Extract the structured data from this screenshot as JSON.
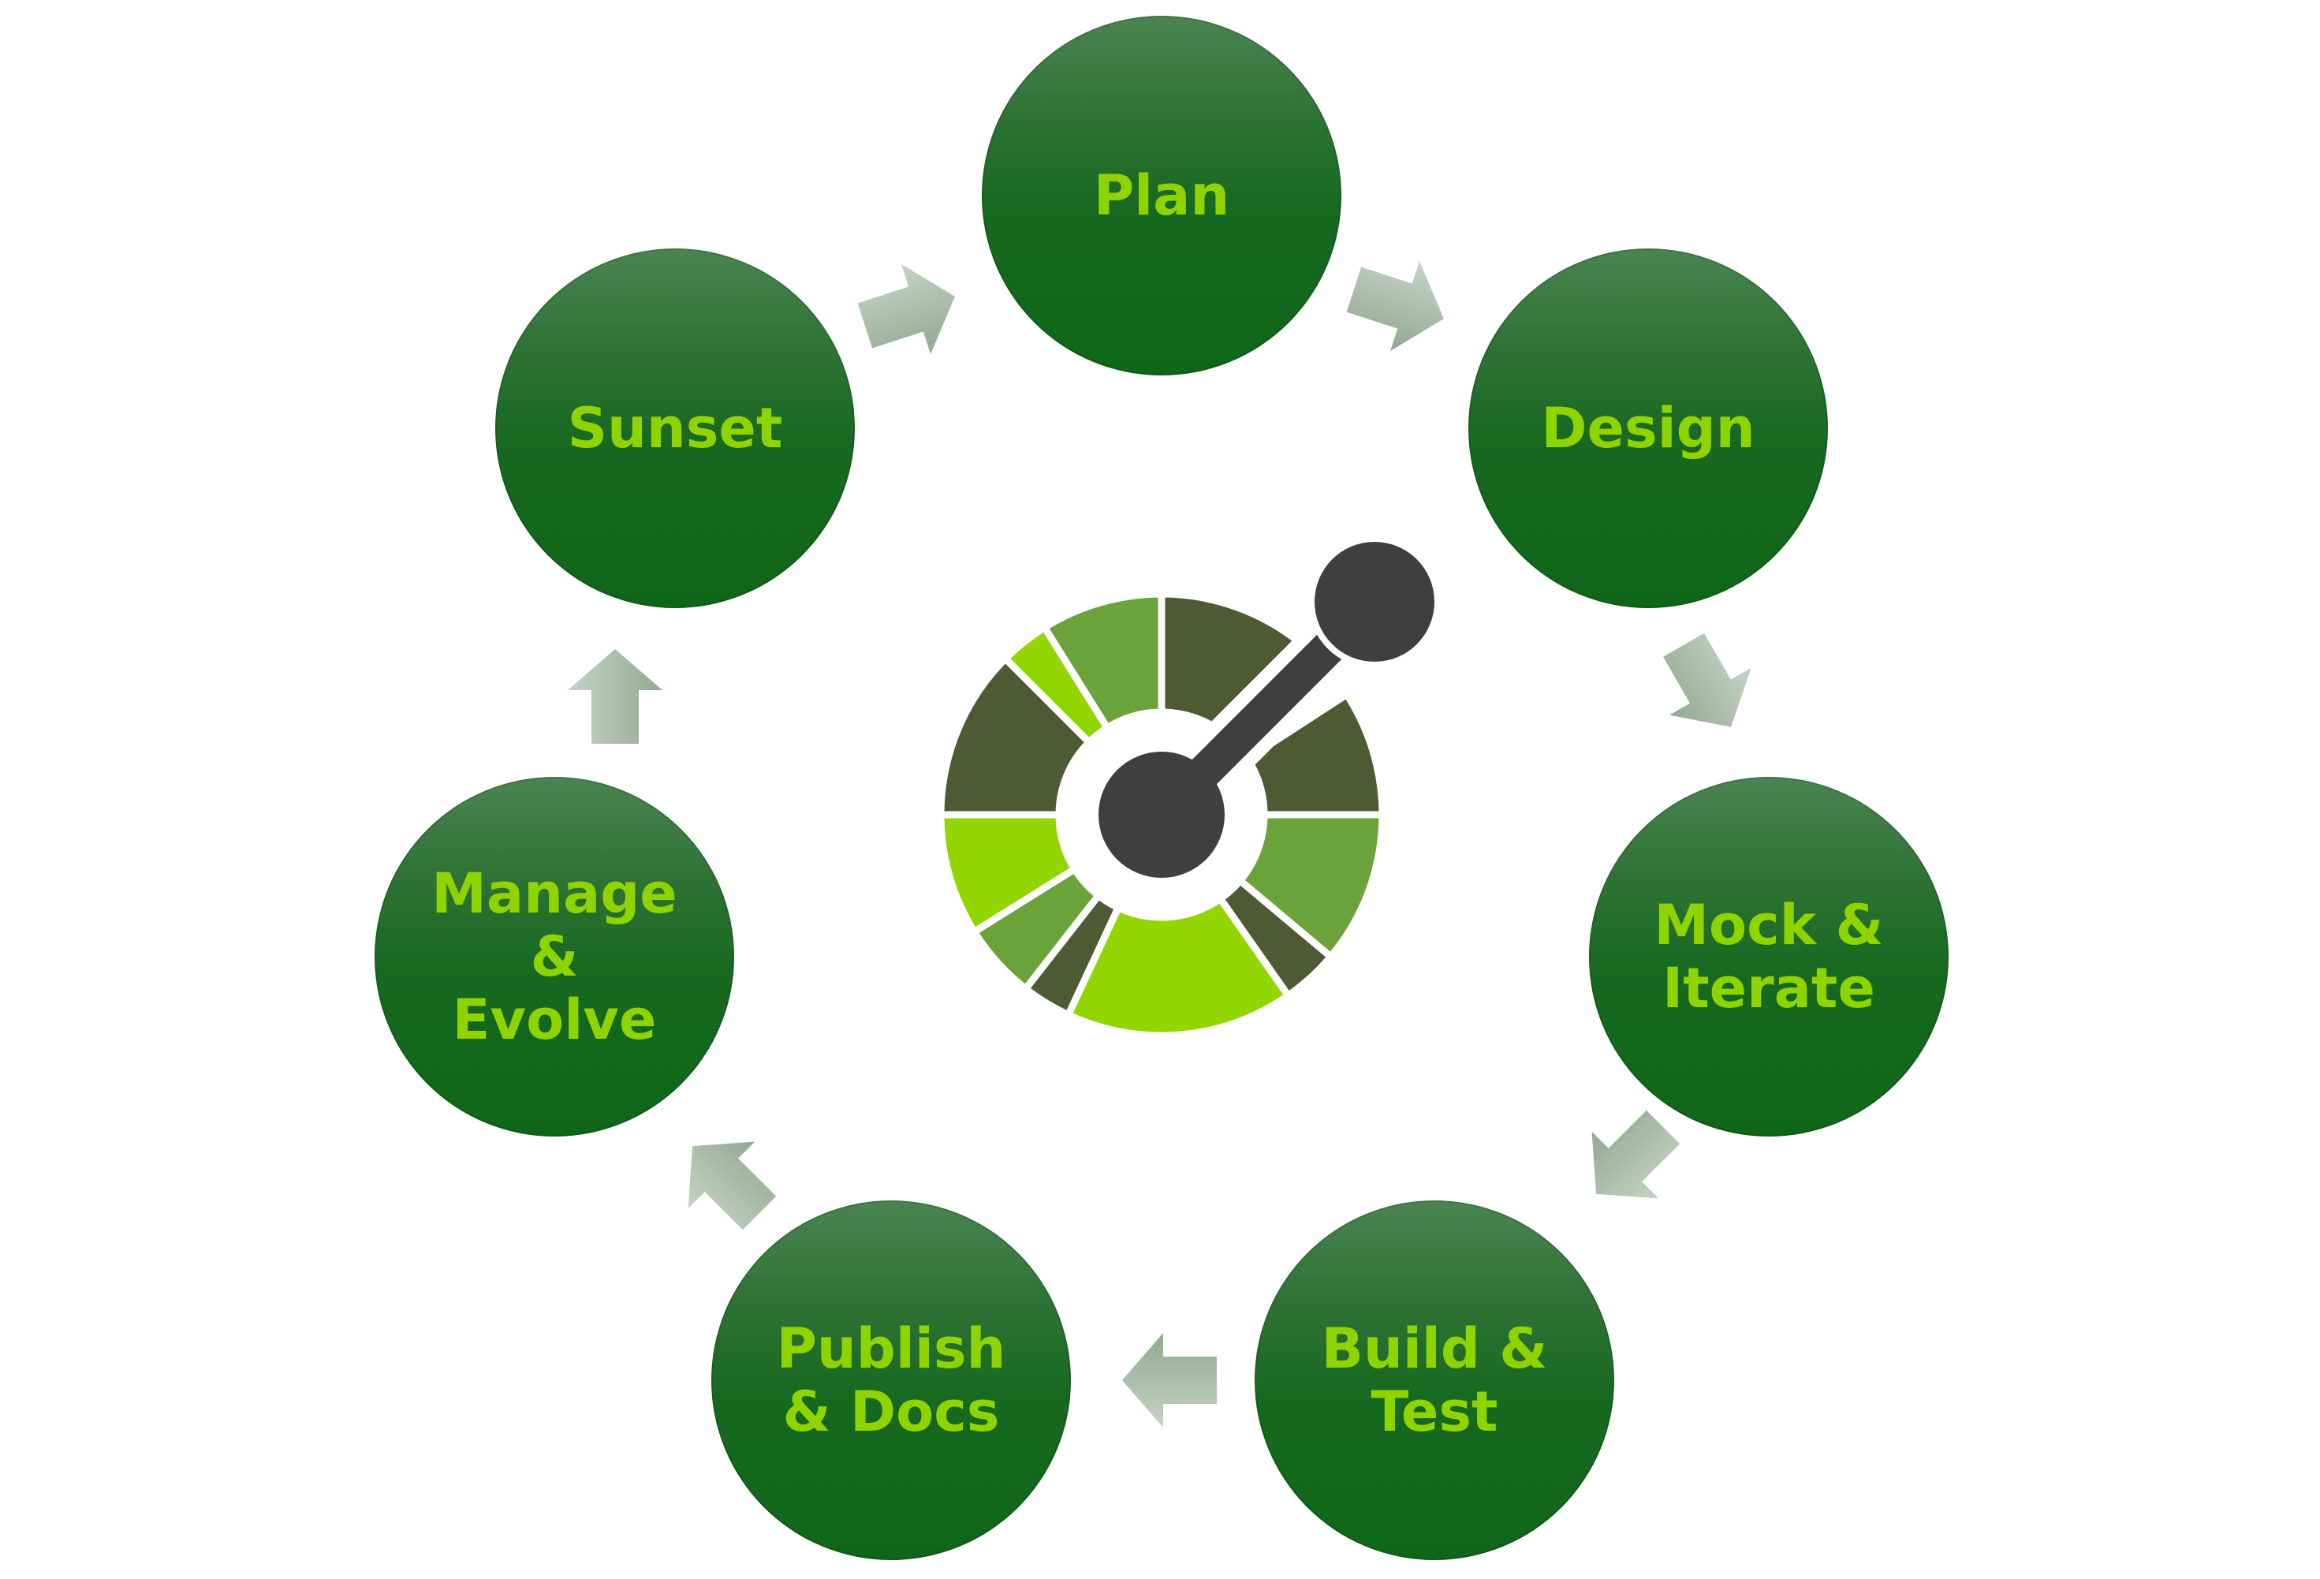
{
  "stages": [
    {
      "id": "plan",
      "label": "Plan"
    },
    {
      "id": "design",
      "label": "Design"
    },
    {
      "id": "mock",
      "label": "Mock &\nIterate"
    },
    {
      "id": "build",
      "label": "Build &\nTest"
    },
    {
      "id": "publish",
      "label": "Publish\n& Docs"
    },
    {
      "id": "manage",
      "label": "Manage\n&\nEvolve"
    },
    {
      "id": "sunset",
      "label": "Sunset"
    }
  ],
  "colors": {
    "stage_fill": "#176920",
    "stage_text": "#8fd400",
    "arrow": "#a9bca9",
    "logo_dark_olive": "#4e5a33",
    "logo_mid_green": "#6aa33a",
    "logo_lime": "#93d500",
    "logo_hub": "#3f3f41"
  },
  "center_logo": {
    "icon": "openapi-logo-icon"
  }
}
